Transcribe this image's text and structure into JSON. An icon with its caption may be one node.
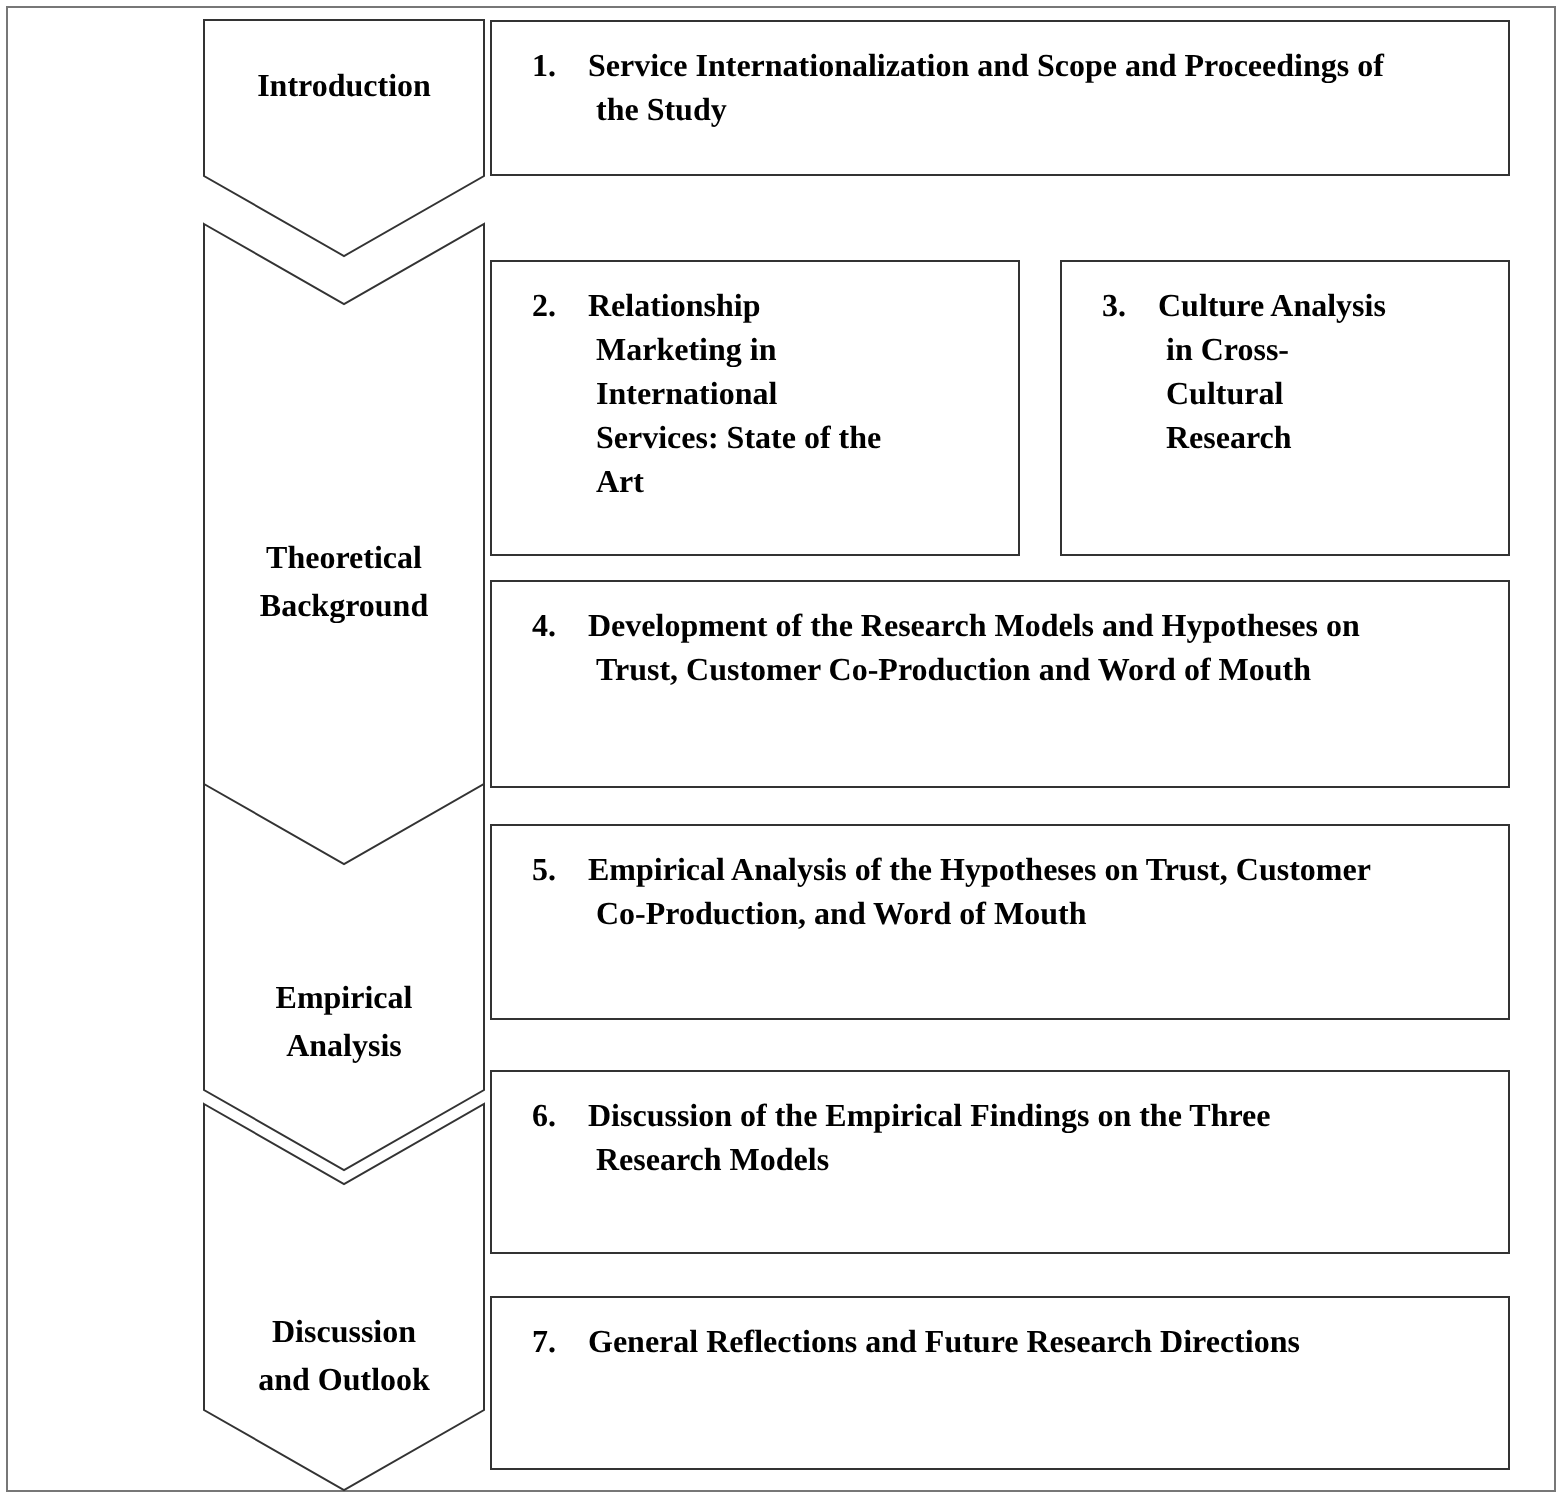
{
  "diagram": {
    "nodes": [
      {
        "text": [
          "Introduction"
        ]
      },
      {
        "text": [
          "Theoretical Background"
        ]
      },
      {
        "text": [
          "Empirical Analysis"
        ]
      },
      {
        "text": [
          "Discussion and Outlook"
        ]
      },
      {
        "text": [
          "1. Service Internationalization and Scope and Proceedings of the Study"
        ]
      },
      {
        "text": [
          "2. Relationship Marketing in International Services: State of the Art"
        ]
      },
      {
        "text": [
          "3. Culture Analysis in Cross-Cultural Research"
        ]
      },
      {
        "text": [
          "4. Development of the Research Models and Hypotheses on Trust, Customer Co-Production and Word of Mouth"
        ]
      },
      {
        "text": [
          "5. Empirical Analysis of the Hypotheses on Trust, Customer Co-Production, and Word of Mouth"
        ]
      },
      {
        "text": [
          "6. Discussion of the Empirical Findings on the Three Research Models"
        ]
      },
      {
        "text": [
          "7. General Reflections and Future Research Directions"
        ]
      }
    ],
    "edges": []
  }
}
